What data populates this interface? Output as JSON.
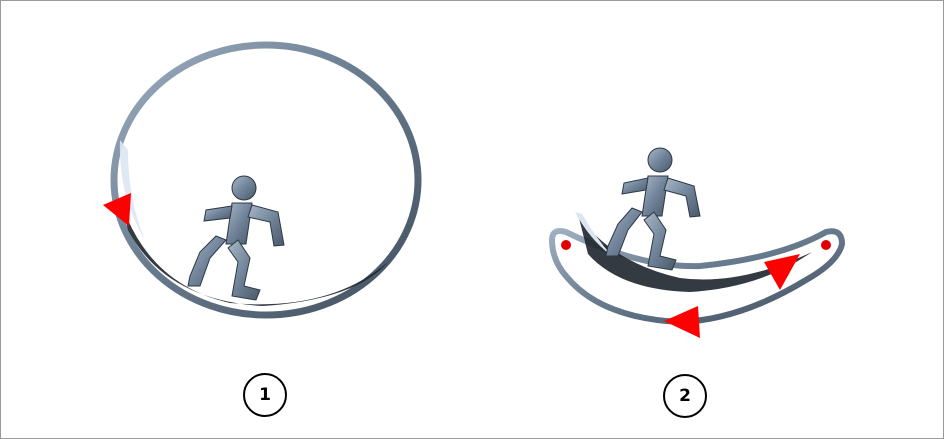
{
  "figure": {
    "panels": [
      {
        "label": "1",
        "icon": "running-figure-in-wheel"
      },
      {
        "label": "2",
        "icon": "running-figure-on-rocker"
      }
    ],
    "colors": {
      "frame": "#9a9a9a",
      "metal": "#6b7f93",
      "metal_dark": "#2a3540",
      "arrow": "#ff0000",
      "pivot_dot": "#e00000"
    }
  }
}
